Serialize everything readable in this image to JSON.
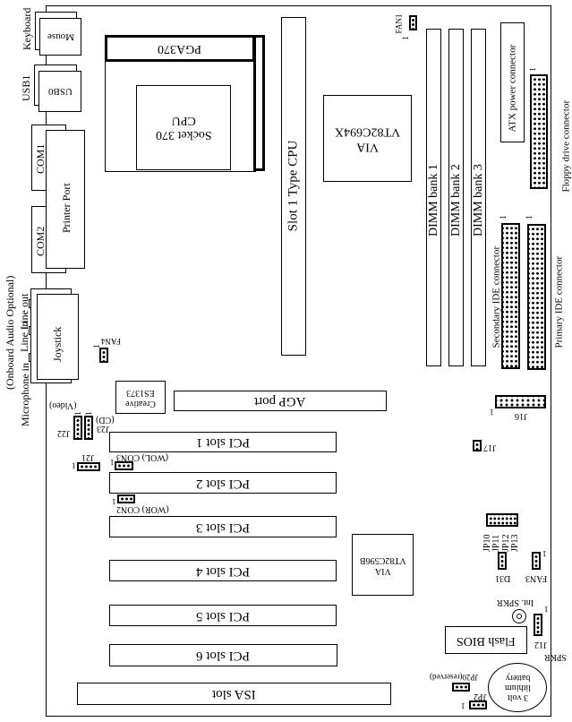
{
  "rear_io": {
    "keyboard": "Keyboard",
    "mouse": "Mouse",
    "usb1": "USB1",
    "usb0": "USB0",
    "com1": "COM1",
    "printer_port": "Printer Port",
    "com2": "COM2",
    "joystick": "Joystick",
    "audio_optional": "(Onboard Audio Optional)",
    "microphone_in": "Microphone in",
    "line_in": "Line in",
    "line_out": "Line out"
  },
  "cpu": {
    "pga": "PGA370",
    "socket_line1": "Socket 370",
    "socket_line2": "CPU",
    "slot1": "Slot 1 Type CPU"
  },
  "chipset": {
    "north_line1": "VIA",
    "north_line2": "VT82C694X",
    "south_line1": "VIA",
    "south_line2": "VT82C596B"
  },
  "memory": {
    "banks": [
      "DIMM bank 1",
      "DIMM bank 2",
      "DIMM bank 3"
    ]
  },
  "power": {
    "atx": "ATX power connector",
    "floppy": "Floppy drive connector",
    "primary_ide": "Primary IDE connector",
    "secondary_ide": "Secondary IDE connector"
  },
  "headers": {
    "fan1": "FAN1",
    "fan3": "FAN3",
    "fan4": "FAN4",
    "pin1": "1",
    "j16": "J16",
    "j17": "J17",
    "j21": "J21",
    "j22": "J22",
    "j23": "J23",
    "cd": "(CD)",
    "video": "(Video)",
    "con3": "(WOL) CON3",
    "con2": "(WOR) CON2",
    "jp10": "JP10",
    "jp11": "JP11",
    "jp12": "JP12",
    "jp13": "JP13",
    "d31": "D31",
    "int_spkr": "Int. SPKR",
    "j12": "J12",
    "spkr": "SPKR",
    "jp2": "JP2",
    "jp20": "JP20(reserved)"
  },
  "audio_chip": {
    "line1": "Creative",
    "line2": "ES1373"
  },
  "slots": {
    "agp": "AGP port",
    "pci": [
      "PCI slot 1",
      "PCI slot 2",
      "PCI slot 3",
      "PCI slot 4",
      "PCI slot 5",
      "PCI slot 6"
    ],
    "isa": "ISA slot"
  },
  "bios": "Flash BIOS",
  "battery": {
    "line1": "3 volt",
    "line2": "lithium",
    "line3": "battery"
  }
}
